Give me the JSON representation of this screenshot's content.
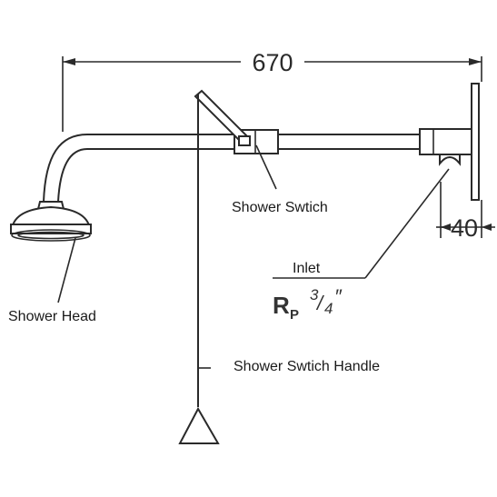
{
  "dimensions": {
    "overall_width": "670",
    "wall_depth": "40"
  },
  "labels": {
    "shower_switch": "Shower Swtich",
    "shower_head": "Shower Head",
    "inlet": "Inlet",
    "switch_handle": "Shower Swtich Handle"
  },
  "inlet_thread": {
    "prefix": "R",
    "subscript": "P",
    "numerator": "3",
    "slash": "/",
    "denominator": "4",
    "inch_mark": "″"
  }
}
